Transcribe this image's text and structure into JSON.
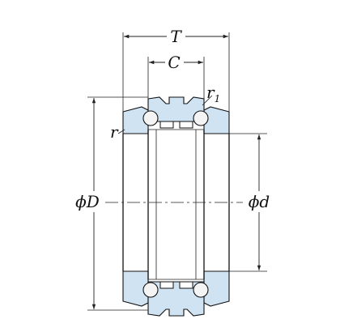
{
  "labels": {
    "overall_width": "T",
    "housing_washer_width": "C",
    "chamfer_r1_base": "r",
    "chamfer_r1_sub": "1",
    "chamfer_r": "r",
    "outer_diameter": "ϕD",
    "bore_diameter": "ϕd"
  },
  "colors": {
    "washer_fill": "#cfe3f3",
    "line": "#111111",
    "ball_fill": "#f4f4f4"
  }
}
